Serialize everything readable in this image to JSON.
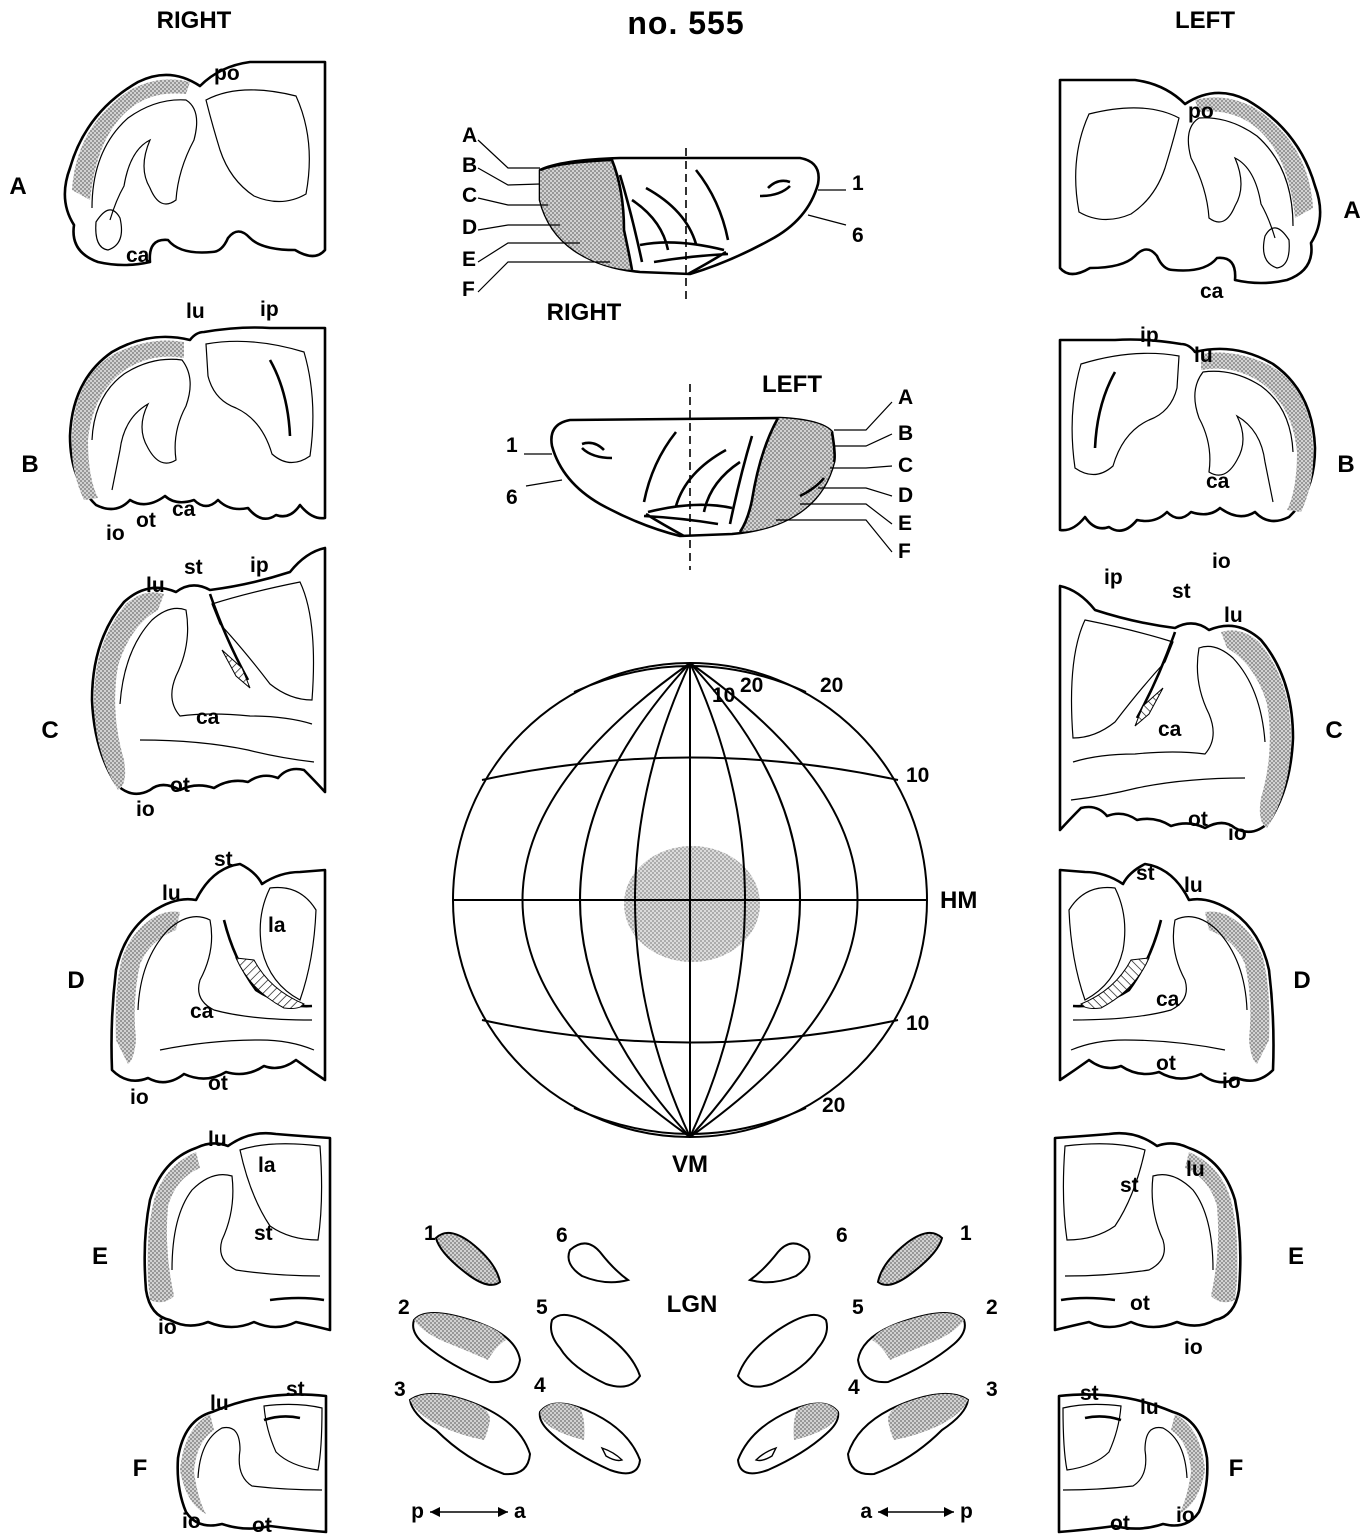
{
  "title": "no. 555",
  "headers": {
    "right": "RIGHT",
    "left": "LEFT"
  },
  "section_letters": [
    "A",
    "B",
    "C",
    "D",
    "E",
    "F"
  ],
  "sulcus_labels": {
    "right": {
      "A": [
        "po",
        "ca"
      ],
      "B": [
        "lu",
        "ip",
        "ca",
        "ot",
        "io"
      ],
      "C": [
        "lu",
        "st",
        "ip",
        "ca",
        "ot",
        "io"
      ],
      "D": [
        "st",
        "lu",
        "la",
        "ca",
        "io",
        "ot"
      ],
      "E": [
        "lu",
        "la",
        "st",
        "io"
      ],
      "F": [
        "lu",
        "st",
        "io",
        "ot"
      ]
    },
    "left": {
      "A": [
        "po",
        "ca"
      ],
      "B": [
        "ip",
        "lu",
        "ca",
        "io"
      ],
      "C": [
        "ip",
        "st",
        "lu",
        "ca",
        "ot",
        "io"
      ],
      "D": [
        "st",
        "lu",
        "ca",
        "ot",
        "io"
      ],
      "E": [
        "st",
        "lu",
        "ot",
        "io"
      ],
      "F": [
        "st",
        "lu",
        "ot",
        "io"
      ]
    }
  },
  "brain_views": {
    "right": {
      "label": "RIGHT",
      "level_labels": [
        "A",
        "B",
        "C",
        "D",
        "E",
        "F"
      ],
      "marks": [
        "1",
        "6"
      ]
    },
    "left": {
      "label": "LEFT",
      "level_labels": [
        "A",
        "B",
        "C",
        "D",
        "E",
        "F"
      ],
      "marks": [
        "1",
        "6"
      ]
    }
  },
  "visual_field": {
    "ecc_labels": [
      "10",
      "20",
      "20",
      "10",
      "10",
      "20"
    ],
    "hm_label": "HM",
    "vm_label": "VM"
  },
  "lgn": {
    "label": "LGN",
    "layer_numbers": [
      "1",
      "2",
      "3",
      "4",
      "5",
      "6"
    ],
    "axis_left": {
      "p": "p",
      "a": "a"
    },
    "axis_right": {
      "a": "a",
      "p": "p"
    }
  }
}
